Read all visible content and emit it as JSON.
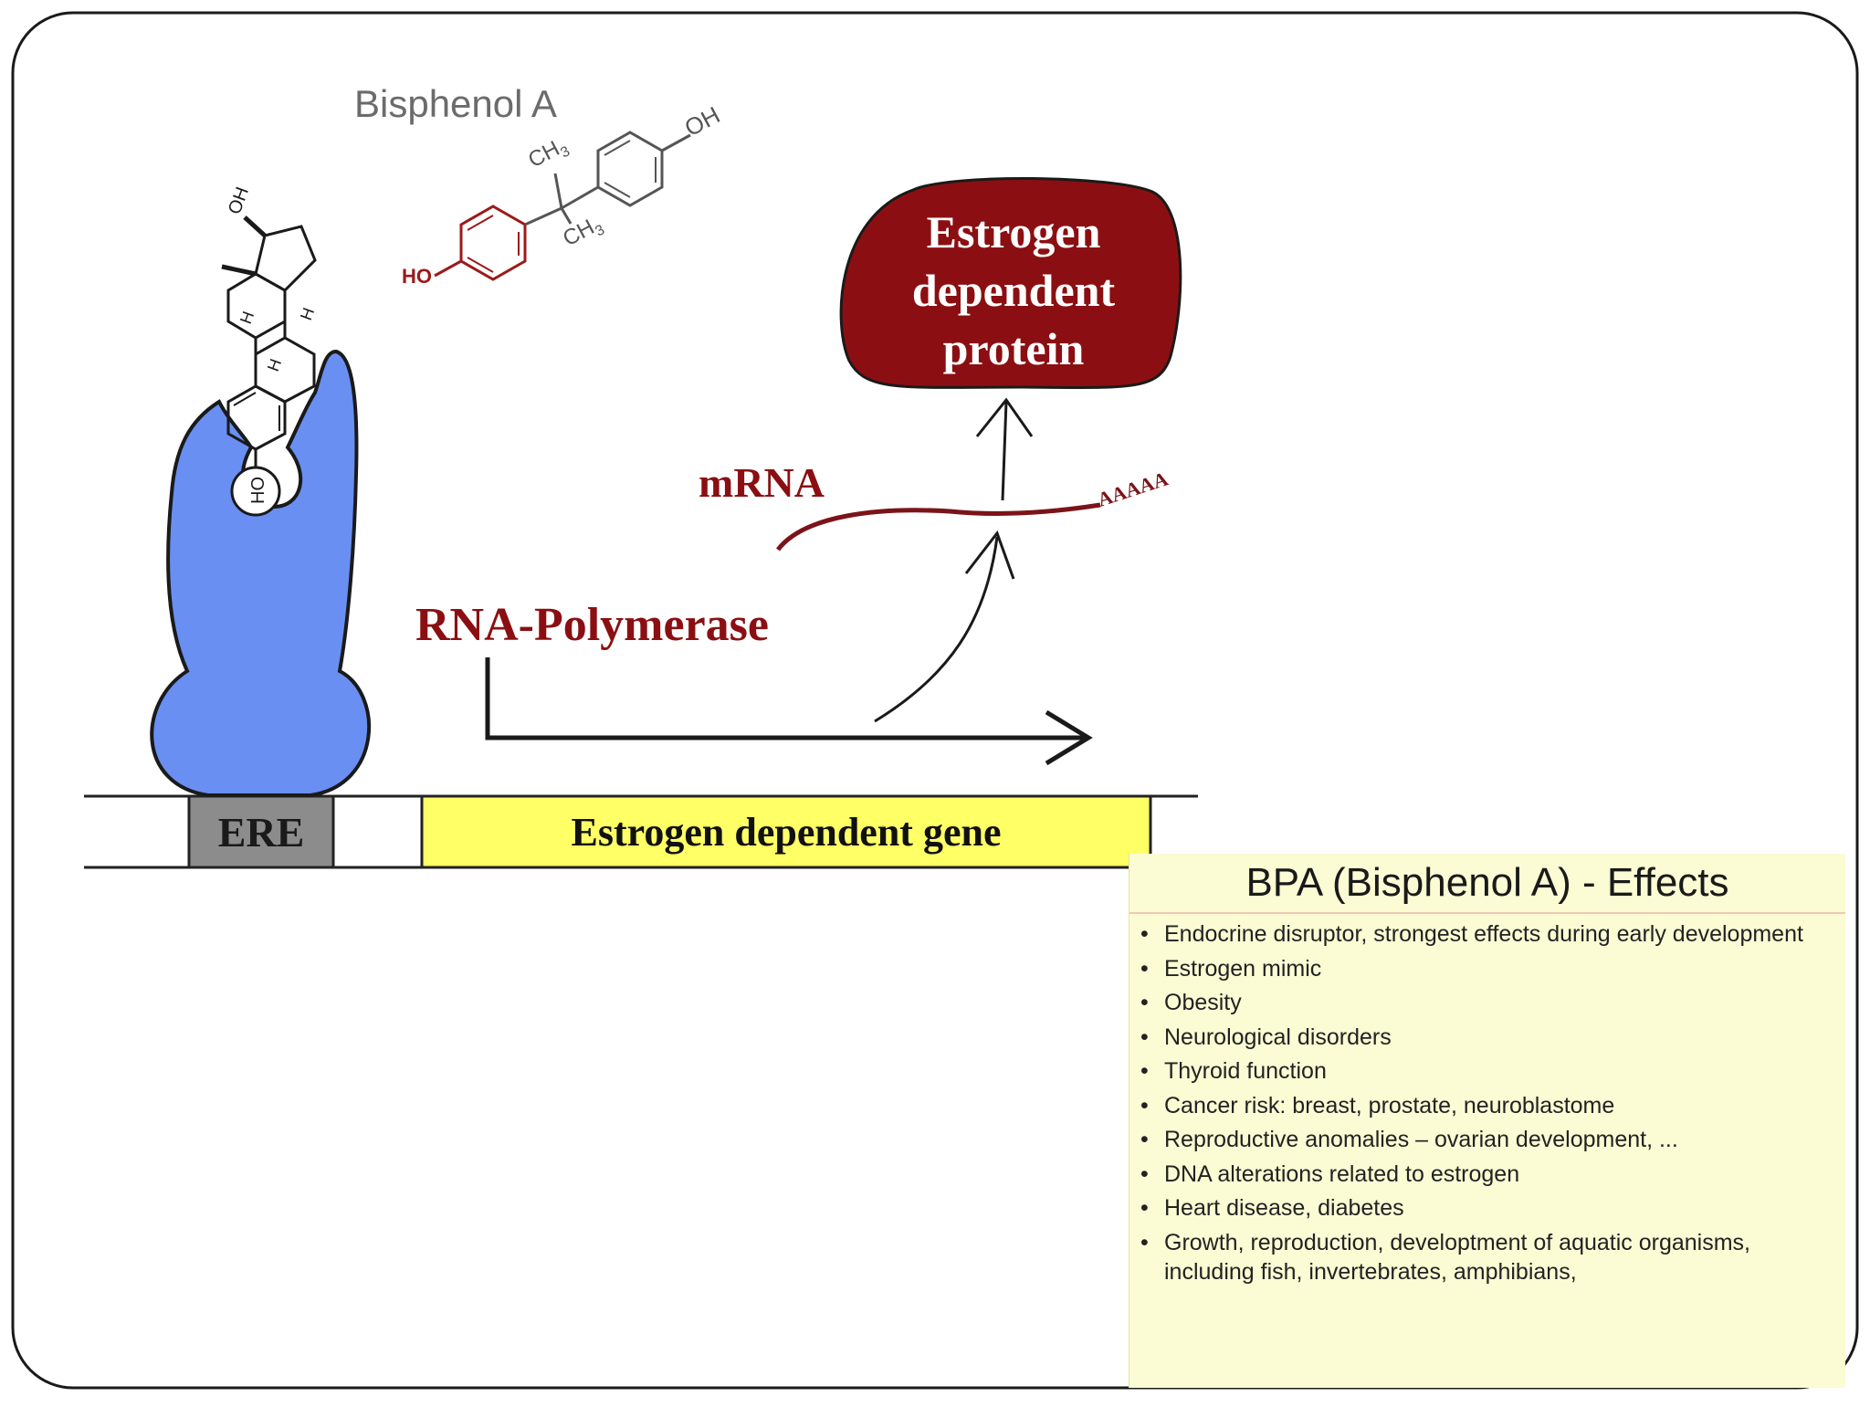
{
  "diagram": {
    "bisphenol_title": "Bisphenol A",
    "bpa_labels": {
      "ch3_top": "CH",
      "ch3_bottom": "CH",
      "sub3": "3",
      "oh_right": "OH",
      "ho_left": "HO"
    },
    "estradiol_labels": {
      "oh_top": "OH",
      "ho_bottom": "HO",
      "h1": "H",
      "h2": "H",
      "h3": "H"
    },
    "protein_lines": [
      "Estrogen",
      "dependent",
      "protein"
    ],
    "mrna_label": "mRNA",
    "polya_tail": "AAAAA",
    "rna_polymerase_label": "RNA-Polymerase",
    "ere_label": "ERE",
    "gene_label": "Estrogen dependent gene"
  },
  "effects": {
    "title": "BPA (Bisphenol A) - Effects",
    "bullet": "•",
    "items": [
      "Endocrine disruptor, strongest effects during early development",
      "Estrogen mimic",
      "Obesity",
      "Neurological disorders",
      "Thyroid function",
      "Cancer risk: breast, prostate, neuroblastome",
      "Reproductive anomalies – ovarian development, ...",
      "DNA alterations related to estrogen",
      "Heart disease, diabetes",
      "Growth, reproduction, developtment of aquatic organisms, including fish, invertebrates, amphibians,"
    ]
  },
  "colors": {
    "receptor_blue": "#6a8ff2",
    "dark_red": "#8b0f12",
    "gene_yellow": "#ffff66",
    "ere_gray": "#8c8c8c",
    "panel_yellow": "#fbfbd4"
  }
}
